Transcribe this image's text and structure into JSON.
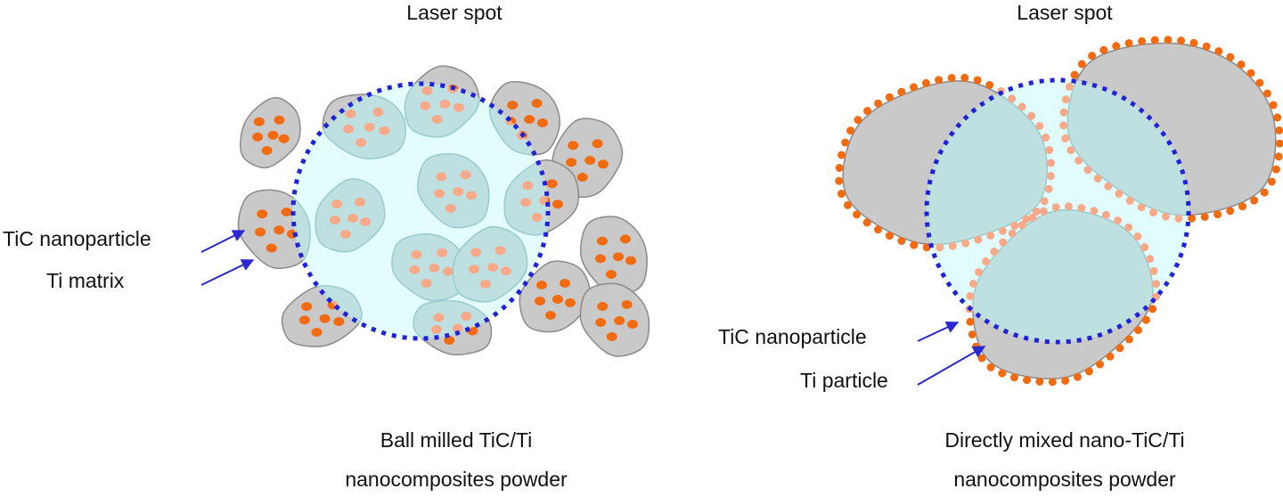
{
  "panels": [
    {
      "id": "ball-milled",
      "laser_label": "Laser spot",
      "labels": [
        "TiC nanoparticle",
        "Ti matrix"
      ],
      "caption": [
        "Ball milled TiC/Ti",
        "nanocomposites powder"
      ]
    },
    {
      "id": "directly-mixed",
      "laser_label": "Laser spot",
      "labels": [
        "TiC nanoparticle",
        "Ti particle"
      ],
      "caption": [
        "Directly mixed nano-TiC/Ti",
        "nanocomposites powder"
      ]
    }
  ],
  "colors": {
    "particle_fill": "#c9c9c9",
    "particle_stroke": "#8a8a8a",
    "tic": "#f26b10",
    "tic_in_spot": "#f7a98a",
    "spot_fill": "#d9fbfb",
    "spot_border": "#1f22d6",
    "particle_in_spot": "#bfe0e0",
    "arrow": "#2a2ad0"
  }
}
